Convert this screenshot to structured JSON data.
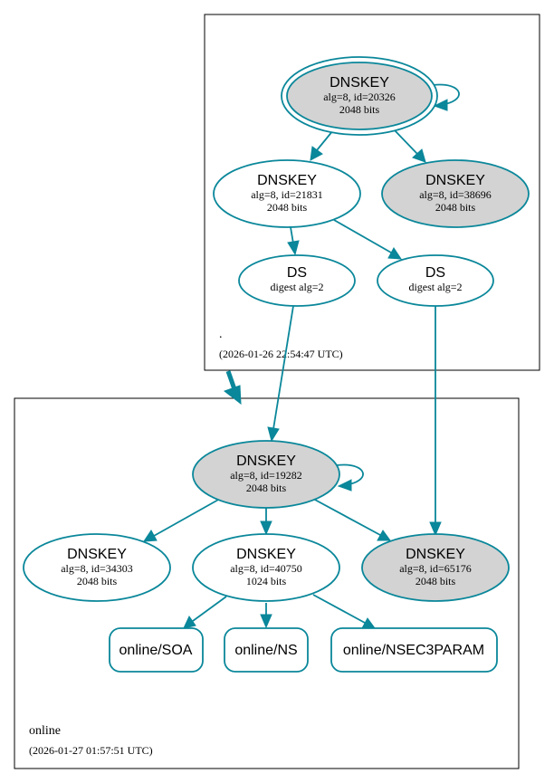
{
  "zones": {
    "root": {
      "label": ".",
      "timestamp": "(2026-01-26 22:54:47 UTC)"
    },
    "online": {
      "label": "online",
      "timestamp": "(2026-01-27 01:57:51 UTC)"
    }
  },
  "nodes": {
    "root_ksk": {
      "title": "DNSKEY",
      "line1": "alg=8, id=20326",
      "line2": "2048 bits"
    },
    "root_zsk_active": {
      "title": "DNSKEY",
      "line1": "alg=8, id=21831",
      "line2": "2048 bits"
    },
    "root_zsk_standby": {
      "title": "DNSKEY",
      "line1": "alg=8, id=38696",
      "line2": "2048 bits"
    },
    "ds_a": {
      "title": "DS",
      "line1": "digest alg=2"
    },
    "ds_b": {
      "title": "DS",
      "line1": "digest alg=2"
    },
    "online_ksk": {
      "title": "DNSKEY",
      "line1": "alg=8, id=19282",
      "line2": "2048 bits"
    },
    "online_key_34303": {
      "title": "DNSKEY",
      "line1": "alg=8, id=34303",
      "line2": "2048 bits"
    },
    "online_zsk": {
      "title": "DNSKEY",
      "line1": "alg=8, id=40750",
      "line2": "1024 bits"
    },
    "online_key_65176": {
      "title": "DNSKEY",
      "line1": "alg=8, id=65176",
      "line2": "2048 bits"
    },
    "rr_soa": {
      "title": "online/SOA"
    },
    "rr_ns": {
      "title": "online/NS"
    },
    "rr_nsec3param": {
      "title": "online/NSEC3PARAM"
    }
  },
  "colors": {
    "edge": "#0a879a",
    "node_fill_gray": "#d3d3d3",
    "node_fill_white": "#ffffff",
    "zone_border": "#000000"
  }
}
